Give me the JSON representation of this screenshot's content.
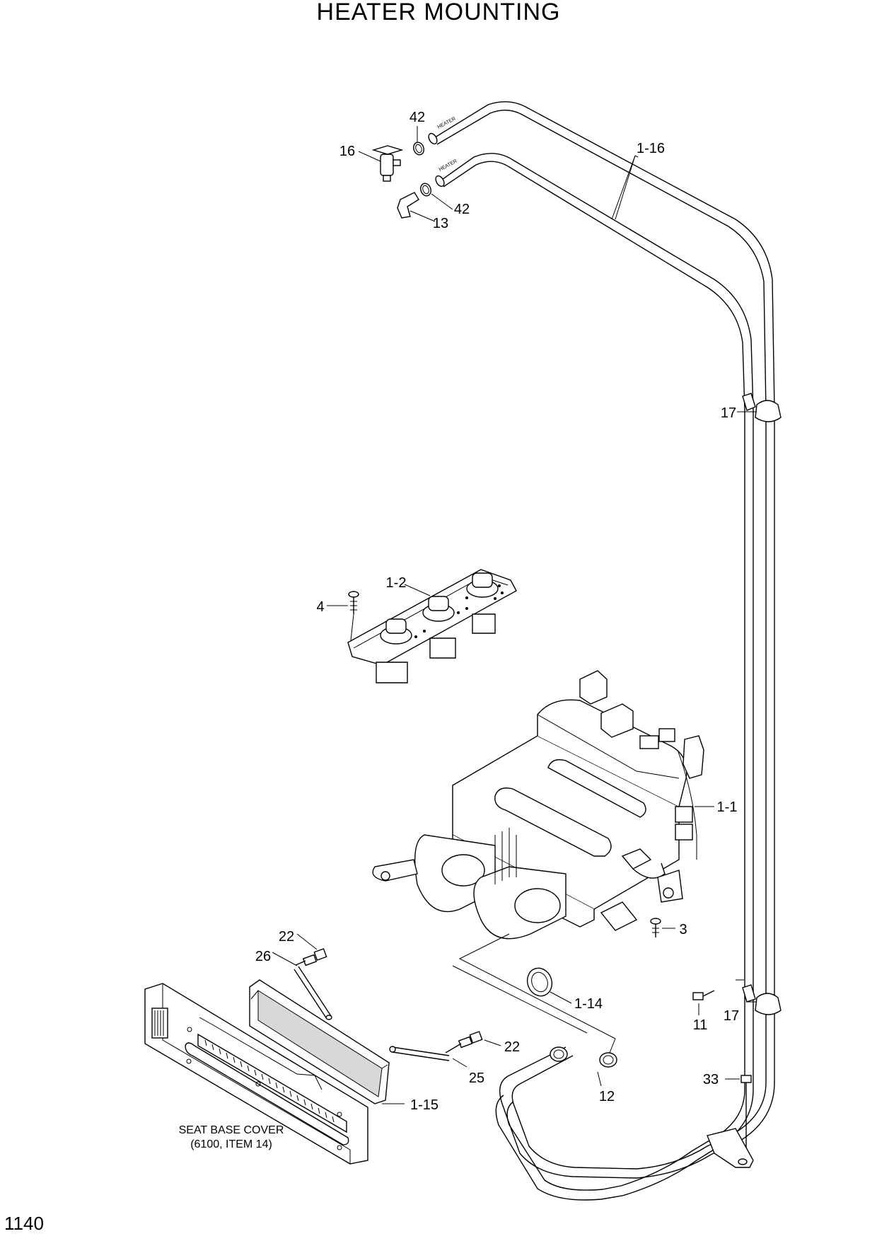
{
  "page": {
    "title": "HEATER MOUNTING",
    "page_number": "1140"
  },
  "note": {
    "line1": "SEAT BASE COVER",
    "line2": "(6100, ITEM 14)"
  },
  "hose_labels": {
    "upper": "HEATER",
    "lower": "HEATER"
  },
  "callouts": {
    "c42a": "42",
    "c16": "16",
    "c1_16": "1-16",
    "c42b": "42",
    "c13": "13",
    "c17a": "17",
    "c1_2": "1-2",
    "c4": "4",
    "c1_1": "1-1",
    "c3": "3",
    "c22a": "22",
    "c26": "26",
    "c1_14": "1-14",
    "c11": "11",
    "c17b": "17",
    "c22b": "22",
    "c25": "25",
    "c33": "33",
    "c12": "12",
    "c1_15": "1-15"
  }
}
